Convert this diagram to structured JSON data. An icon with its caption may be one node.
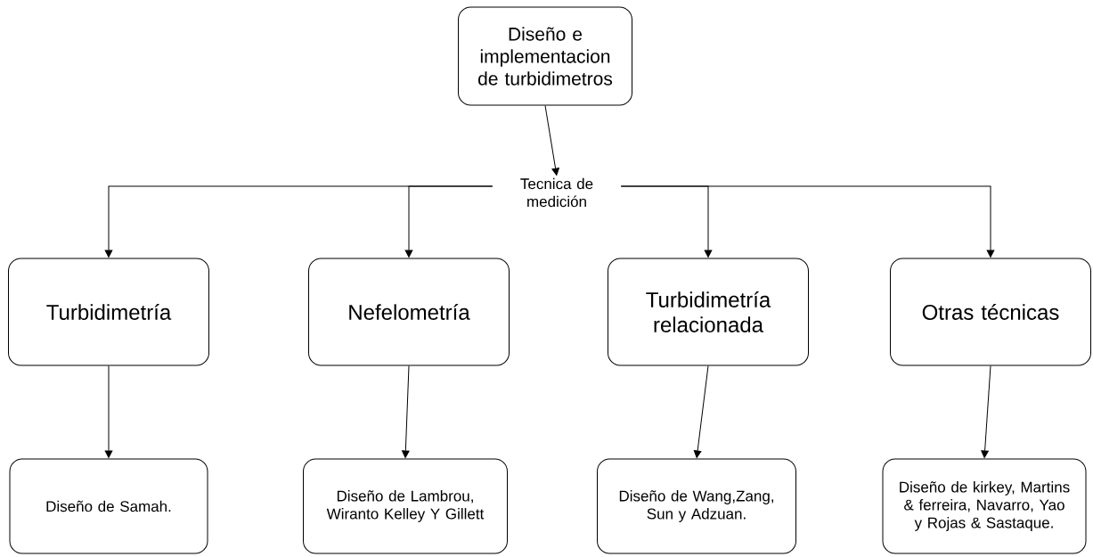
{
  "diagram": {
    "nodes": [
      {
        "text": [
          "Diseño e implementacion de turbidimetros"
        ]
      },
      {
        "text": [
          "Tecnica de medición"
        ]
      },
      {
        "text": [
          "Turbidimetría"
        ]
      },
      {
        "text": [
          "Nefelometría"
        ]
      },
      {
        "text": [
          "Turbidimetría relacionada"
        ]
      },
      {
        "text": [
          "Otras técnicas"
        ]
      },
      {
        "text": [
          "Diseño de  Samah."
        ]
      },
      {
        "text": [
          "Diseño de Lambrou, Wiranto Kelley Y Gillett"
        ]
      },
      {
        "text": [
          "Diseño de Wang,Zang, Sun y Adzuan."
        ]
      },
      {
        "text": [
          "Diseño de  kirkey, Martins & ferreira, Navarro, Yao y Rojas & Sastaque."
        ]
      }
    ],
    "edges": [
      {
        "from": 0,
        "to": 1,
        "arrow": "to"
      },
      {
        "from": 1,
        "to": 2,
        "arrow": "to"
      },
      {
        "from": 1,
        "to": 3,
        "arrow": "to"
      },
      {
        "from": 1,
        "to": 4,
        "arrow": "to"
      },
      {
        "from": 1,
        "to": 5,
        "arrow": "to"
      },
      {
        "from": 2,
        "to": 6,
        "arrow": "to"
      },
      {
        "from": 3,
        "to": 7,
        "arrow": "to"
      },
      {
        "from": 4,
        "to": 8,
        "arrow": "to"
      },
      {
        "from": 5,
        "to": 9,
        "arrow": "to"
      }
    ]
  }
}
